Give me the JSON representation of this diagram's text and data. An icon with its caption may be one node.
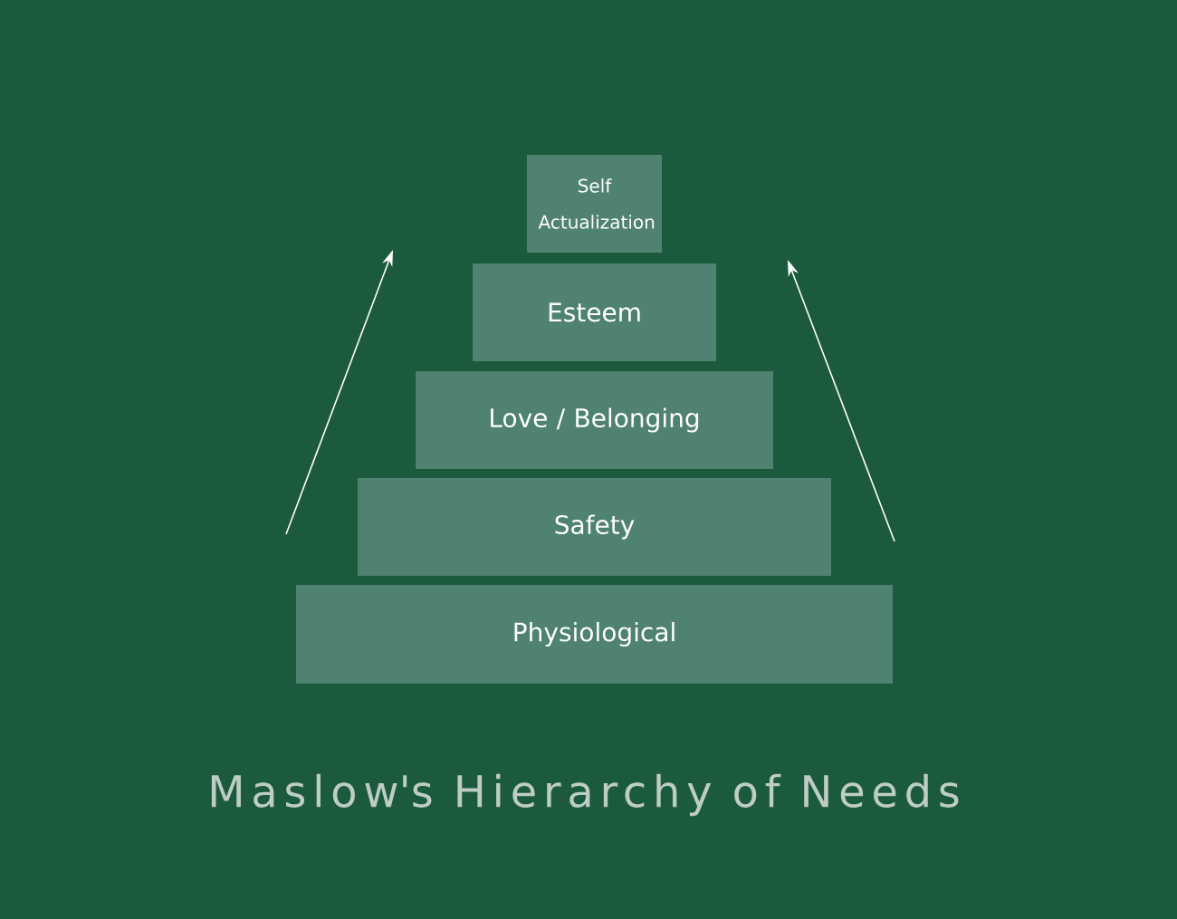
{
  "diagram": {
    "title": "Maslow's Hierarchy of Needs",
    "nodes": [
      {
        "text": [
          "Self Actualization"
        ]
      },
      {
        "text": [
          "Esteem"
        ]
      },
      {
        "text": [
          "Love / Belonging"
        ]
      },
      {
        "text": [
          "Safety"
        ]
      },
      {
        "text": [
          "Physiological"
        ]
      }
    ],
    "edges": []
  }
}
